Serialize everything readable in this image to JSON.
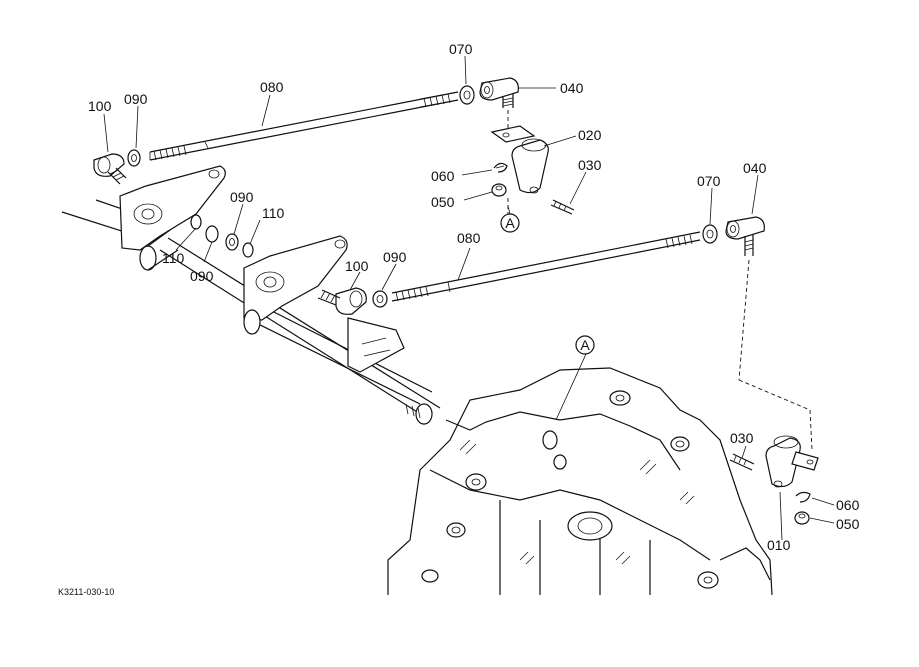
{
  "diagram": {
    "parts": [
      {
        "id": "p070a",
        "text": "070"
      },
      {
        "id": "p040a",
        "text": "040"
      },
      {
        "id": "p080a",
        "text": "080"
      },
      {
        "id": "p100a",
        "text": "100"
      },
      {
        "id": "p090a",
        "text": "090"
      },
      {
        "id": "p020",
        "text": "020"
      },
      {
        "id": "p030a",
        "text": "030"
      },
      {
        "id": "p060a",
        "text": "060"
      },
      {
        "id": "p050a",
        "text": "050"
      },
      {
        "id": "p090b",
        "text": "090"
      },
      {
        "id": "p110a",
        "text": "110"
      },
      {
        "id": "p110b",
        "text": "110"
      },
      {
        "id": "p090c",
        "text": "090"
      },
      {
        "id": "p070b",
        "text": "070"
      },
      {
        "id": "p040b",
        "text": "040"
      },
      {
        "id": "p080b",
        "text": "080"
      },
      {
        "id": "p100b",
        "text": "100"
      },
      {
        "id": "p090d",
        "text": "090"
      },
      {
        "id": "p030b",
        "text": "030"
      },
      {
        "id": "p060b",
        "text": "060"
      },
      {
        "id": "p050b",
        "text": "050"
      },
      {
        "id": "p010",
        "text": "010"
      }
    ],
    "callouts": [
      {
        "id": "calloutA1",
        "text": "A"
      },
      {
        "id": "calloutA2",
        "text": "A"
      }
    ],
    "drawing_code": "K3211-030-10"
  }
}
